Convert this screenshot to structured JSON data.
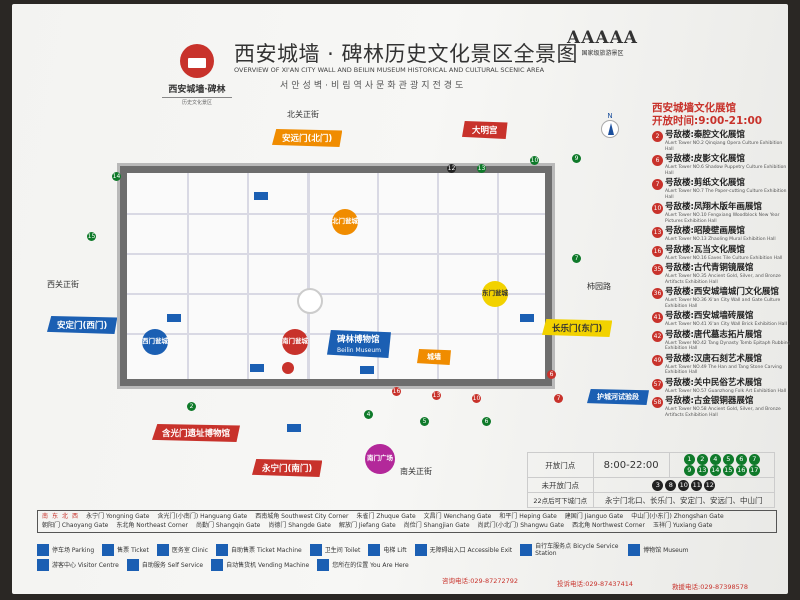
{
  "header": {
    "logo_text": "西安城墙·碑林",
    "logo_sub": "历史文化景区",
    "title": "西安城墙 · 碑林历史文化景区全景图",
    "title_en": "OVERVIEW OF XI'AN CITY WALL AND BEILIN MUSEUM HISTORICAL AND CULTURAL SCENIC AREA",
    "title_ko": "서안성벽·비림역사문화관광지전경도",
    "rating": "AAAAA",
    "rating_sub": "国家级旅游景区"
  },
  "map": {
    "compass": "N",
    "roads": [
      "北关正街",
      "西关正街",
      "柿园路",
      "南关正街"
    ],
    "gates": {
      "north": "安远门(北门)",
      "west": "安定门(西门)",
      "east": "长乐门(东门)",
      "south": "永宁门(南门)"
    },
    "barbicans": {
      "north": "北门瓮城",
      "west": "西门瓮城",
      "east": "东门瓮城",
      "south": "南门瓮城"
    },
    "landmarks": {
      "daming": "大明宫",
      "beilin": "碑林博物馆",
      "beilin_en": "Beilin Museum",
      "city_wall_museum": "含光门遗址博物馆",
      "moat": "护城河试验段",
      "south_square": "南门广场",
      "east_wall": "城墙"
    },
    "colors": {
      "blue": "#1b5fb3",
      "orange": "#f08c00",
      "red": "#c8322b",
      "yellow": "#f2d200",
      "purple": "#b3289a",
      "green": "#0f7a2a"
    }
  },
  "panel": {
    "title": "西安城墙文化展馆",
    "hours": "开放时间:9:00-21:00",
    "items": [
      {
        "no": "2",
        "zh": "号敌楼:秦腔文化展馆",
        "en": "ALert Tower NO.2 Qinqiang Opera Culture Exhibition Hall"
      },
      {
        "no": "6",
        "zh": "号敌楼:皮影文化展馆",
        "en": "ALert Tower NO.6 Shadow Puppetry Culture Exhibition Hall"
      },
      {
        "no": "7",
        "zh": "号敌楼:剪纸文化展馆",
        "en": "ALert Tower NO.7 The Paper-cutting Culture Exhibition Hall"
      },
      {
        "no": "10",
        "zh": "号敌楼:凤翔木版年画展馆",
        "en": "ALert Tower NO.10 Fengxiang Woodblock New Year Pictures Exhibition Hall"
      },
      {
        "no": "13",
        "zh": "号敌楼:昭陵壁画展馆",
        "en": "ALert Tower NO.13 Zhaoling Mural Exhibition Hall"
      },
      {
        "no": "16",
        "zh": "号敌楼:瓦当文化展馆",
        "en": "ALert Tower NO.16 Eaves Tile Culture Exhibition Hall"
      },
      {
        "no": "35",
        "zh": "号敌楼:古代青铜镜展馆",
        "en": "ALert Tower NO.35 Ancient Gold, Silver, and Bronze Artifacts Exhibition Hall"
      },
      {
        "no": "36",
        "zh": "号敌楼:西安城墙城门文化展馆",
        "en": "ALert Tower NO.36 Xi'an City Wall and Gate Culture Exhibition Hall"
      },
      {
        "no": "41",
        "zh": "号敌楼:西安城墙砖展馆",
        "en": "ALert Tower NO.41 Xi'an City Wall Brick Exhibition Hall"
      },
      {
        "no": "42",
        "zh": "号敌楼:唐代墓志拓片展馆",
        "en": "ALert Tower NO.42 Tang Dynasty Tomb Epitaph Rubbing Exhibition Hall"
      },
      {
        "no": "49",
        "zh": "号敌楼:汉唐石刻艺术展馆",
        "en": "ALert Tower NO.49 The Han and Tang Stone Carving Exhibition Hall"
      },
      {
        "no": "57",
        "zh": "号敌楼:关中民俗艺术展馆",
        "en": "ALert Tower NO.57 Guanzhong Folk Art Exhibition Hall"
      },
      {
        "no": "58",
        "zh": "号敌楼:古金银铜器展馆",
        "en": "ALert Tower NO.58 Ancient Gold, Silver, and Bronze Artifacts Exhibition Hall"
      }
    ]
  },
  "table": {
    "open_label": "开放门点",
    "open_hours": "8:00-22:00",
    "open_gates": [
      "1",
      "2",
      "4",
      "5",
      "6",
      "7",
      "9",
      "13",
      "14",
      "15",
      "16",
      "17"
    ],
    "closed_label": "未开放门点",
    "closed_gates": [
      "3",
      "8",
      "10",
      "11",
      "12"
    ],
    "after22_label": "22点后可下城门点",
    "after22_value": "永宁门北口、长乐门、安定门、安远门、中山门"
  },
  "legend": {
    "gates": [
      "永宁门 Yongning Gate",
      "含光门(小南门) Hanguang Gate",
      "西南城角 Southwest City Corner",
      "朱雀门 Zhuque Gate",
      "文昌门 Wenchang Gate",
      "和平门 Heping Gate",
      "建国门 Jianguo Gate",
      "中山门(小东门) Zhongshan Gate",
      "朝阳门 Chaoyang Gate",
      "东北角 Northeast Corner",
      "尚勤门 Shangqin Gate",
      "尚德门 Shangde Gate",
      "解放门 Jiefang Gate",
      "尚俭门 Shangjian Gate",
      "尚武门(小北门) Shangwu Gate",
      "西北角 Northwest Corner",
      "玉祥门 Yuxiang Gate"
    ],
    "directions": [
      "南",
      "东",
      "北",
      "西"
    ],
    "services": [
      "停车场 Parking",
      "售票 Ticket",
      "医务室 Clinic",
      "自助售票 Ticket Machine",
      "卫生间 Toilet",
      "电梯 Lift",
      "无障碍出入口 Accessible Exit",
      "自行车服务点 Bicycle Service Station",
      "博物馆 Museum",
      "游客中心 Visitor Centre",
      "自助服务 Self Service",
      "自动售货机 Vending Machine",
      "您所在的位置 You Are Here"
    ],
    "phones": [
      "咨询电话:029-87272792",
      "投诉电话:029-87437414",
      "救援电话:029-87398578"
    ]
  }
}
